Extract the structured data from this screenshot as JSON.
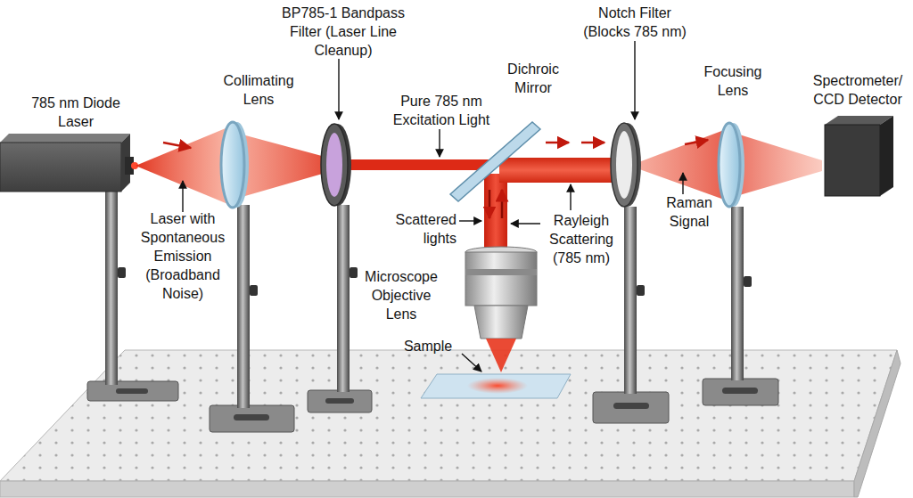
{
  "diagram": {
    "labels": [
      "BP785-1 Bandpass Filter (Laser Line Cleanup)",
      "785 nm Diode Laser",
      "Collimating Lens",
      "Pure 785 nm Excitation Light",
      "Dichroic Mirror",
      "Notch Filter (Blocks 785 nm)",
      "Focusing Lens",
      "Spectrometer/ CCD Detector",
      "Laser with Spontaneous Emission (Broadband Noise)",
      "Scattered lights",
      "Rayleigh Scattering (785 nm)",
      "Raman Signal",
      "Microscope Objective Lens",
      "Sample"
    ]
  }
}
